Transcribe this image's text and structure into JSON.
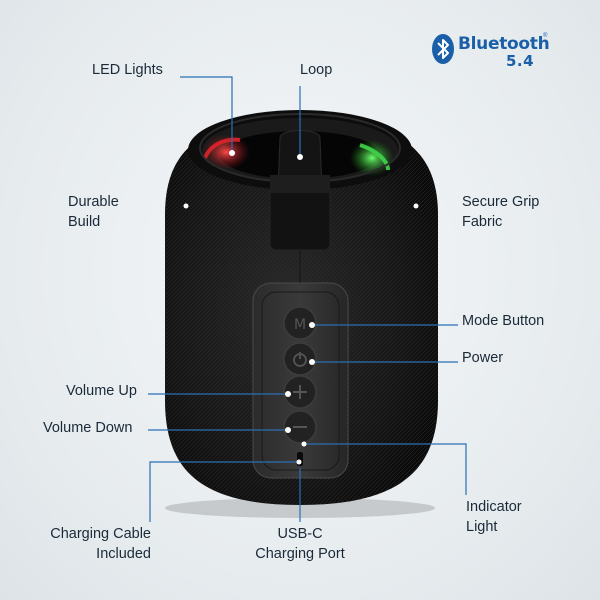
{
  "bluetooth": {
    "word": "Bluetooth",
    "version": "5.4",
    "registered": "®"
  },
  "labels": {
    "led_lights": "LED Lights",
    "loop": "Loop",
    "durable_1": "Durable",
    "durable_2": "Build",
    "secure_1": "Secure Grip",
    "secure_2": "Fabric",
    "mode": "Mode Button",
    "power": "Power",
    "vol_up": "Volume Up",
    "vol_down": "Volume Down",
    "indicator_1": "Indicator",
    "indicator_2": "Light",
    "cable_1": "Charging Cable",
    "cable_2": "Included",
    "usbc_1": "USB-C",
    "usbc_2": "Charging Port"
  },
  "colors": {
    "callout": "#2a6fb5",
    "label_text": "#1b2a38",
    "speaker_body": "#1c1c1c",
    "led_red": "#e0242c",
    "led_green": "#3fd44a",
    "brand_blue": "#1a5fa8"
  }
}
